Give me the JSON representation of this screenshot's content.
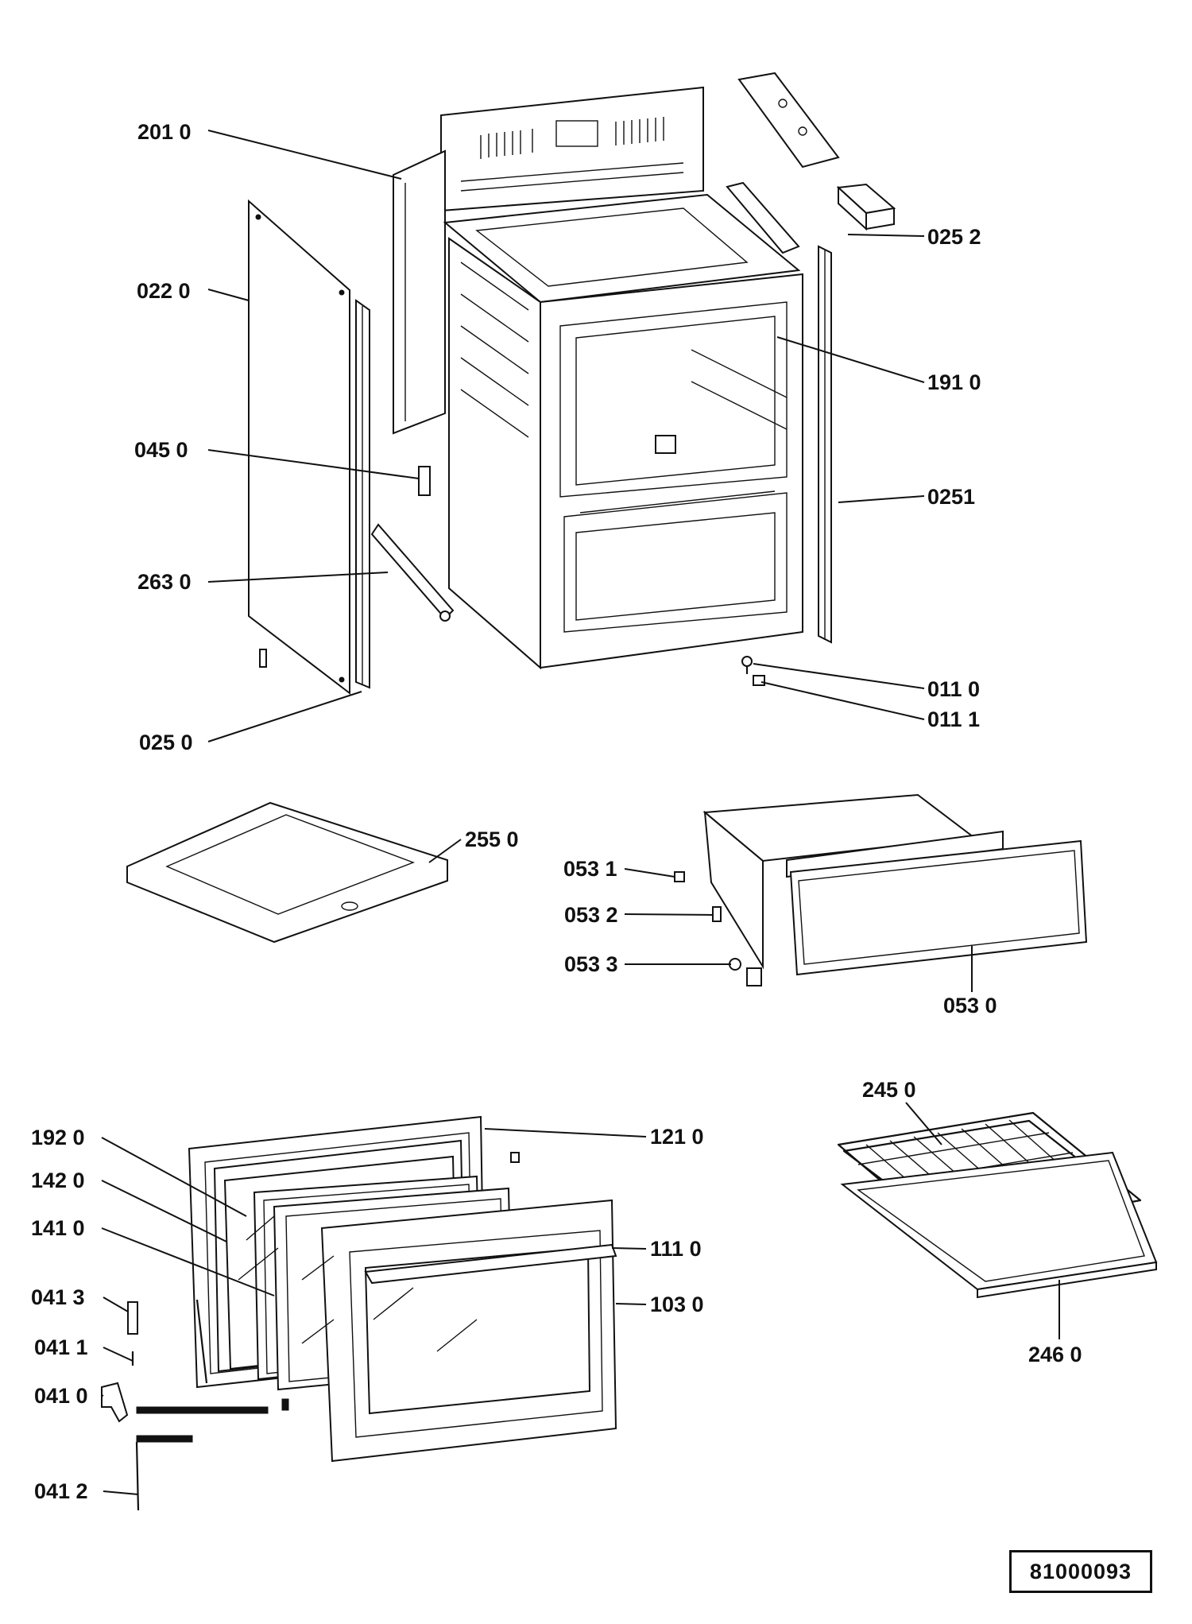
{
  "labels": {
    "l2010": "201 0",
    "l0220": "022 0",
    "l0450": "045 0",
    "l2630": "263 0",
    "l0250": "025 0",
    "l0252": "025 2",
    "l1910": "191 0",
    "l0251": "0251",
    "l0110": "011 0",
    "l0111": "011 1",
    "l2550": "255 0",
    "l0531": "053 1",
    "l0532": "053 2",
    "l0533": "053 3",
    "l0530": "053 0",
    "l1920": "192 0",
    "l1420": "142 0",
    "l1410": "141 0",
    "l0413": "041 3",
    "l0411": "041 1",
    "l0410": "041 0",
    "l0412": "041 2",
    "l1210": "121 0",
    "l1110": "111 0",
    "l1030": "103 0",
    "l2450": "245 0",
    "l2460": "246 0"
  },
  "document_number": "81000093"
}
